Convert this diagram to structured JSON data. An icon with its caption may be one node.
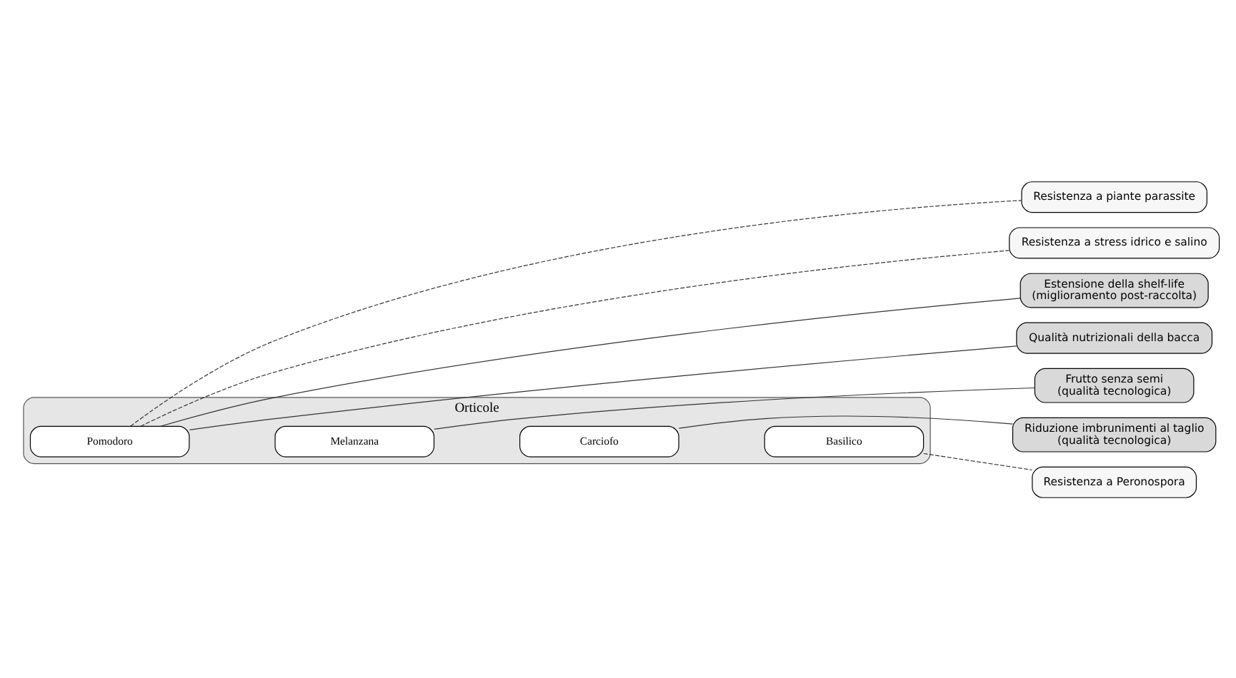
{
  "diagram": {
    "nodes": [
      {
        "text": [
          "Orticole"
        ]
      },
      {
        "text": [
          "Pomodoro"
        ],
        "in": 0
      },
      {
        "text": [
          "Melanzana"
        ],
        "in": 0
      },
      {
        "text": [
          "Carciofo"
        ],
        "in": 0
      },
      {
        "text": [
          "Basilico"
        ],
        "in": 0
      },
      {
        "text": [
          "Resistenza a piante parassite"
        ]
      },
      {
        "text": [
          "Resistenza a stress idrico e salino"
        ]
      },
      {
        "text": [
          "Estensione della shelf-life (miglioramento post-raccolta)"
        ]
      },
      {
        "text": [
          "Qualità nutrizionali della bacca"
        ]
      },
      {
        "text": [
          "Frutto senza semi (qualità tecnologica)"
        ]
      },
      {
        "text": [
          "Riduzione imbrunimenti al taglio (qualità tecnologica)"
        ]
      },
      {
        "text": [
          "Resistenza a Peronospora"
        ]
      }
    ],
    "edges": [
      {
        "from": 1,
        "to": 5,
        "arrow": "none",
        "style": "dashed"
      },
      {
        "from": 1,
        "to": 6,
        "arrow": "none",
        "style": "dashed"
      },
      {
        "from": 1,
        "to": 7,
        "arrow": "none"
      },
      {
        "from": 1,
        "to": 8,
        "arrow": "none"
      },
      {
        "from": 2,
        "to": 9,
        "arrow": "none"
      },
      {
        "from": 3,
        "to": 10,
        "arrow": "none"
      },
      {
        "from": 4,
        "to": 11,
        "arrow": "none",
        "style": "dashed"
      }
    ]
  }
}
